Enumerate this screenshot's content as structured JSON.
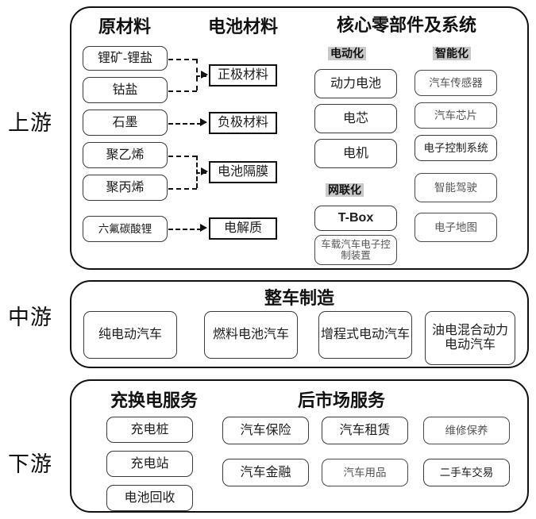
{
  "diagram": {
    "tiers": [
      {
        "id": "upstream",
        "label": "上游",
        "sections": [
          {
            "id": "raw-materials",
            "heading": "原材料",
            "nodes": [
              "锂矿-锂盐",
              "钴盐",
              "石墨",
              "聚乙烯",
              "聚丙烯",
              "六氟碳酸锂"
            ]
          },
          {
            "id": "battery-materials",
            "heading": "电池材料",
            "nodes": [
              "正极材料",
              "负极材料",
              "电池隔膜",
              "电解质"
            ]
          },
          {
            "id": "core-components",
            "heading": "核心零部件及系统",
            "groups": [
              {
                "id": "electrification",
                "label": "电动化",
                "nodes": [
                  "动力电池",
                  "电芯",
                  "电机"
                ]
              },
              {
                "id": "connectivity",
                "label": "网联化",
                "nodes": [
                  "T-Box",
                  "车载汽车电子控制装置"
                ]
              },
              {
                "id": "intelligence",
                "label": "智能化",
                "nodes": [
                  "汽车传感器",
                  "汽车芯片",
                  "电子控制系统",
                  "智能驾驶",
                  "电子地图"
                ]
              }
            ]
          }
        ],
        "flows": [
          {
            "from": [
              "锂矿-锂盐",
              "钴盐"
            ],
            "to": "正极材料"
          },
          {
            "from": [
              "石墨"
            ],
            "to": "负极材料"
          },
          {
            "from": [
              "聚乙烯",
              "聚丙烯"
            ],
            "to": "电池隔膜"
          },
          {
            "from": [
              "六氟碳酸锂"
            ],
            "to": "电解质"
          }
        ]
      },
      {
        "id": "midstream",
        "label": "中游",
        "sections": [
          {
            "id": "vehicle-manufacturing",
            "heading": "整车制造",
            "nodes": [
              "纯电动汽车",
              "燃料电池汽车",
              "增程式电动汽车",
              "油电混合动力电动汽车"
            ]
          }
        ]
      },
      {
        "id": "downstream",
        "label": "下游",
        "sections": [
          {
            "id": "charging-services",
            "heading": "充换电服务",
            "nodes": [
              "充电桩",
              "充电站",
              "电池回收"
            ]
          },
          {
            "id": "aftermarket-services",
            "heading": "后市场服务",
            "nodes": [
              "汽车保险",
              "汽车租赁",
              "维修保养",
              "汽车金融",
              "汽车用品",
              "二手车交易"
            ]
          }
        ]
      }
    ]
  },
  "colors": {
    "background": "#ffffff",
    "outline": "#111111",
    "node_border": "#3a3a3a",
    "subhead_highlight": "#c9c9c9",
    "text": "#1c1c1c"
  }
}
